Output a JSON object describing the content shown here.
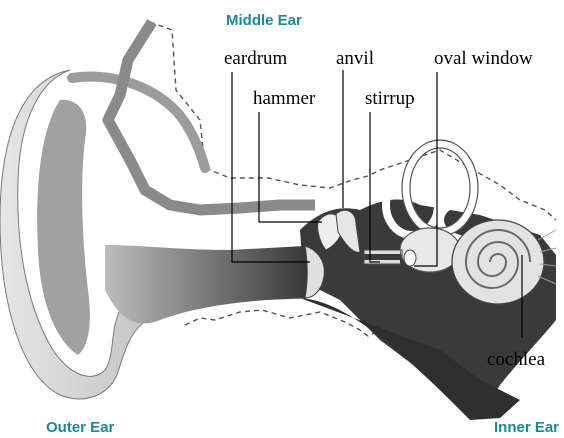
{
  "regions": {
    "middle": "Middle Ear",
    "outer": "Outer Ear",
    "inner": "Inner Ear"
  },
  "parts": {
    "eardrum": "eardrum",
    "hammer": "hammer",
    "anvil": "anvil",
    "stirrup": "stirrup",
    "oval_window": "oval window",
    "cochlea": "cochlea"
  },
  "colors": {
    "region_label": "#1a8a98",
    "dark_tissue": "#3a3a3a",
    "mid_gray": "#8c8c8c",
    "light_gray": "#d9d9d9"
  }
}
